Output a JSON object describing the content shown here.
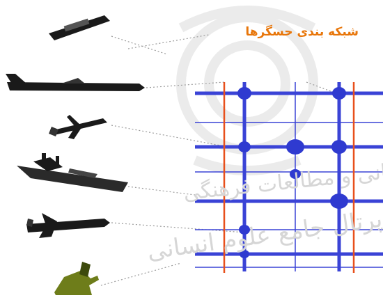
{
  "title": "شبکه بندی حسگرها",
  "watermark": {
    "line1": "پژوهشگاه علوم انسانی و مطالعات فرهنگی",
    "line2": "پرتال جامع علوم انسانی"
  },
  "colors": {
    "title": "#e8760a",
    "grid_line": "#3a43d6",
    "boundary_line": "#e8501c",
    "node": "#2f3ad0",
    "icon": "#1a1a1a",
    "tank": "#6e7d1a",
    "watermark": "#d6d6d6"
  },
  "sensors": [
    {
      "name": "satellite-icon"
    },
    {
      "name": "aircraft-icon"
    },
    {
      "name": "uav-icon"
    },
    {
      "name": "ship-icon"
    },
    {
      "name": "fighter-jet-icon"
    },
    {
      "name": "tank-icon"
    }
  ]
}
